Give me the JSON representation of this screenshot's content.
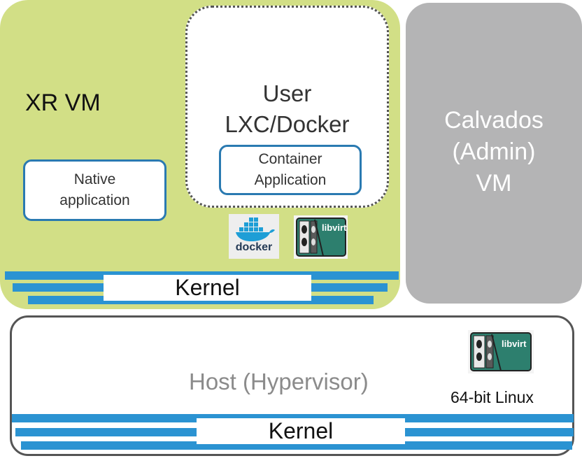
{
  "xr_vm": {
    "label": "XR VM",
    "color": "#d2df86"
  },
  "user_container": {
    "line1": "User",
    "line2": "LXC/Docker"
  },
  "native_app": {
    "line1": "Native",
    "line2": "application"
  },
  "container_app": {
    "line1": "Container",
    "line2": "Application"
  },
  "icons": {
    "docker": {
      "name": "docker-icon",
      "text": "docker"
    },
    "libvirt": {
      "name": "libvirt-icon",
      "text": "libvirt"
    }
  },
  "kernel_label": "Kernel",
  "calvados": {
    "line1": "Calvados",
    "line2": "(Admin)",
    "line3": "VM",
    "color": "#b4b4b5"
  },
  "host": {
    "label": "Host (Hypervisor)",
    "os_label": "64-bit Linux"
  },
  "accent": "#2b93d2",
  "app_border": "#2a7ab1"
}
